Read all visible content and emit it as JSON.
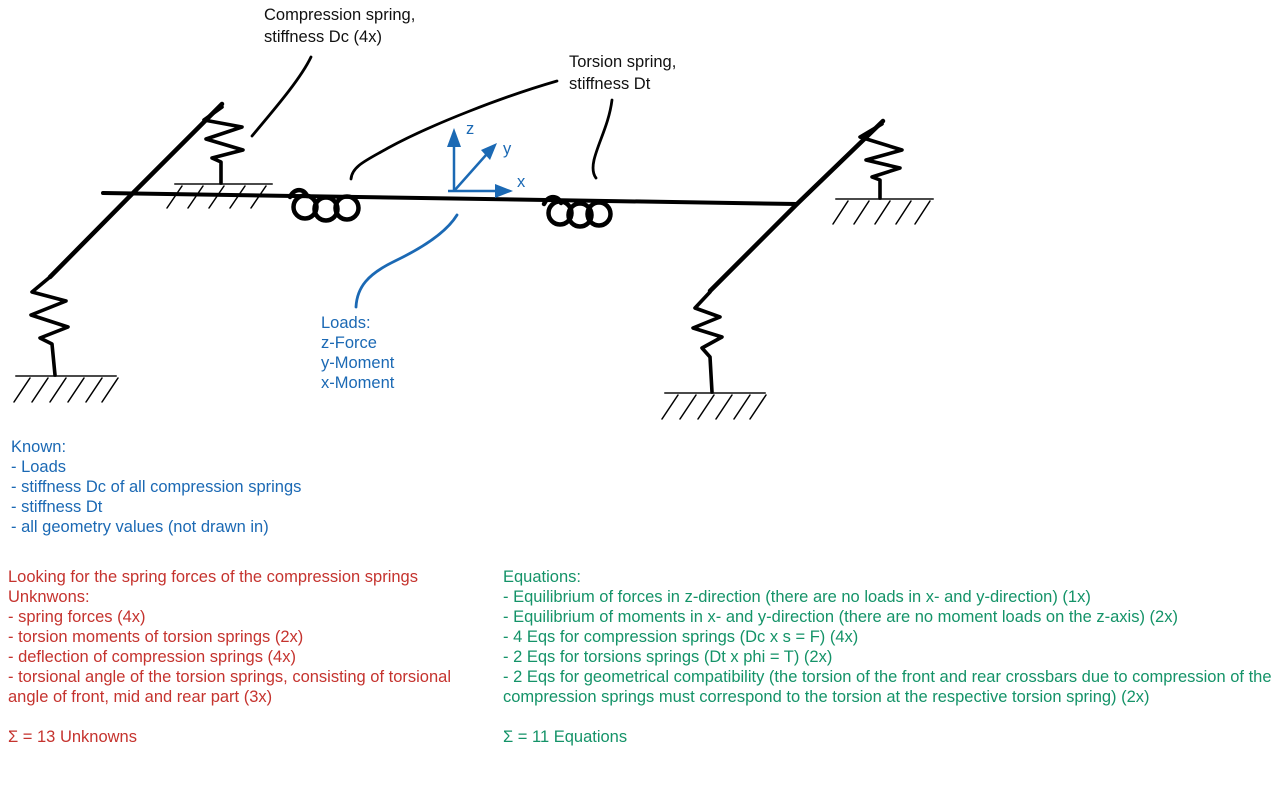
{
  "colors": {
    "ink": "#000000",
    "ground": "#4a4a4a",
    "blue": "#1b69b4",
    "red": "#c5332e",
    "green": "#149368"
  },
  "diagram": {
    "compression_label": [
      "Compression spring,",
      "stiffness Dc (4x)"
    ],
    "torsion_label": [
      "Torsion spring,",
      "stiffness Dt"
    ],
    "axes": {
      "x": "x",
      "y": "y",
      "z": "z"
    },
    "loads": [
      "Loads:",
      "z-Force",
      "y-Moment",
      "x-Moment"
    ]
  },
  "known": {
    "lines": [
      "Known:",
      "- Loads",
      "- stiffness Dc of all compression springs",
      "- stiffness Dt",
      "- all geometry values (not drawn in)"
    ]
  },
  "unknowns": {
    "lines": [
      "Looking for the spring forces of the compression springs",
      "Unknwons:",
      "- spring forces (4x)",
      "- torsion moments of torsion springs (2x)",
      "- deflection of compression springs (4x)",
      "- torsional angle of the torsion springs, consisting of torsional angle of front, mid and rear part (3x)"
    ],
    "sum": "Σ = 13 Unknowns"
  },
  "equations": {
    "lines": [
      "Equations:",
      "- Equilibrium of forces in z-direction (there are no loads in x- and y-direction) (1x)",
      "- Equilibrium of moments in x- and y-direction (there are no moment loads on the z-axis) (2x)",
      "- 4 Eqs for compression springs (Dc x s = F) (4x)",
      "- 2 Eqs for torsions springs (Dt x phi = T) (2x)",
      "- 2 Eqs for geometrical compatibility (the torsion of the front and rear crossbars due to compression of the compression springs must correspond to the torsion at the respective torsion spring) (2x)"
    ],
    "sum": "Σ = 11 Equations"
  }
}
